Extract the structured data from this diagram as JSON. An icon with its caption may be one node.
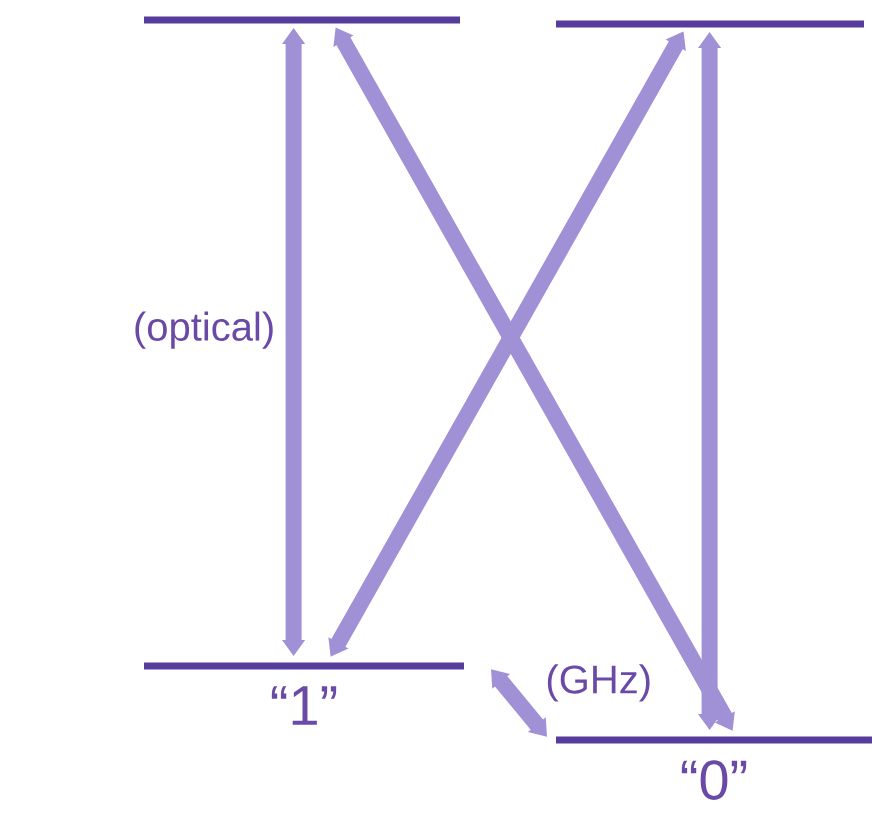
{
  "diagram": {
    "nodes": [
      {
        "text": [],
        "shape": "bar"
      },
      {
        "text": [],
        "shape": "bar"
      },
      {
        "text": [
          "“1”"
        ]
      },
      {
        "text": [
          "“0”"
        ]
      }
    ],
    "edges": [
      {
        "from": 0,
        "to": 2,
        "arrow": "both",
        "label": "(optical)"
      },
      {
        "from": 1,
        "to": 3,
        "arrow": "both"
      },
      {
        "from": 0,
        "to": 3,
        "arrow": "both"
      },
      {
        "from": 1,
        "to": 2,
        "arrow": "both"
      },
      {
        "from": 2,
        "to": 3,
        "arrow": "both",
        "label": "(GHz)"
      }
    ]
  }
}
